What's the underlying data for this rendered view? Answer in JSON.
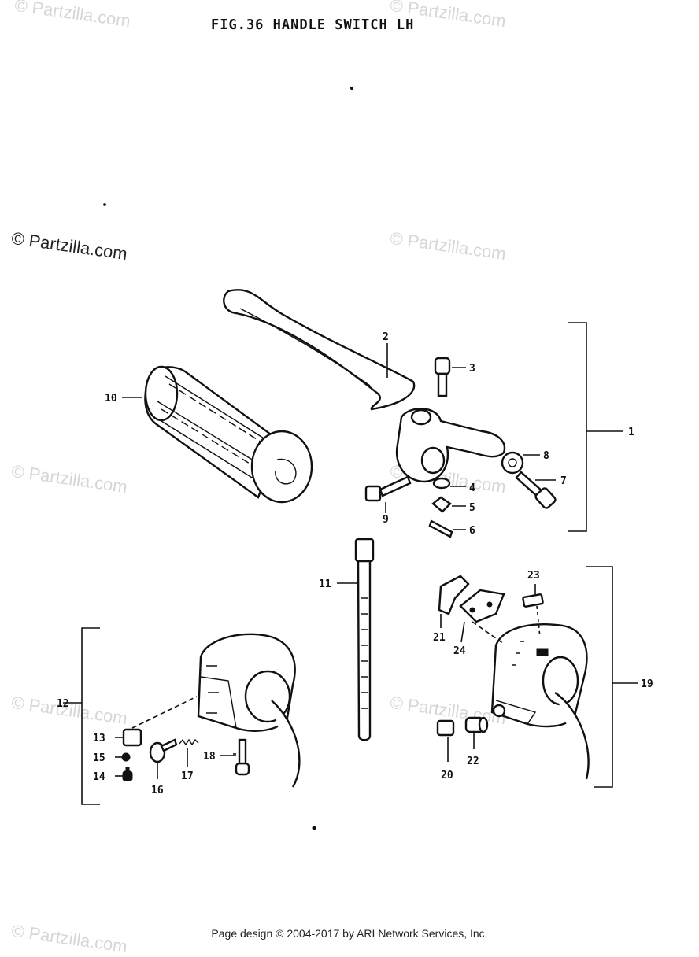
{
  "header": {
    "title": "FIG.36  HANDLE SWITCH LH"
  },
  "watermark": {
    "text": "© Partzilla.com"
  },
  "footer": {
    "text": "Page design © 2004-2017 by ARI Network Services, Inc."
  },
  "callouts": {
    "c1": "1",
    "c2": "2",
    "c3": "3",
    "c4": "4",
    "c5": "5",
    "c6": "6",
    "c7": "7",
    "c8": "8",
    "c9": "9",
    "c10": "10",
    "c11": "11",
    "c12": "12",
    "c13": "13",
    "c14": "14",
    "c15": "15",
    "c16": "16",
    "c17": "17",
    "c18": "18",
    "c19": "19",
    "c20": "20",
    "c21": "21",
    "c22": "22",
    "c23": "23",
    "c24": "24"
  }
}
